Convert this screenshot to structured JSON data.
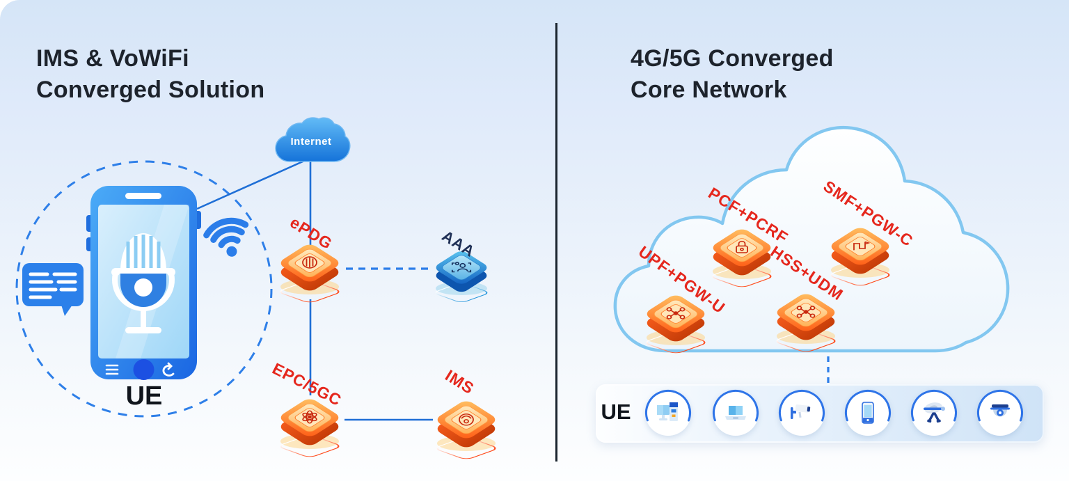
{
  "left_panel": {
    "title_line1": "IMS & VoWiFi",
    "title_line2": "Converged Solution",
    "internet_label": "Internet",
    "ue_label": "UE",
    "nodes": [
      {
        "id": "epdg",
        "label": "ePDG",
        "icon": "firewall-icon"
      },
      {
        "id": "aaa",
        "label": "AAA",
        "icon": "user-icon"
      },
      {
        "id": "epc-5gc",
        "label": "EPC/5GC",
        "icon": "atom-icon"
      },
      {
        "id": "ims",
        "label": "IMS",
        "icon": "handset-icon"
      }
    ],
    "connections": [
      "phone-internet",
      "internet-epdg",
      "epdg-aaa-dashed",
      "epdg-epc/5gc",
      "epc/5gc-ims"
    ]
  },
  "right_panel": {
    "title_line1": "4G/5G Converged",
    "title_line2": "Core Network",
    "ue_label": "UE",
    "cloud_nodes": [
      {
        "id": "pcf-pcrf",
        "label": "PCF+PCRF",
        "icon": "lock-icon"
      },
      {
        "id": "smf-pgw-c",
        "label": "SMF+PGW-C",
        "icon": "route-icon"
      },
      {
        "id": "upf-pgw-u",
        "label": "UPF+PGW-U",
        "icon": "drone-icon"
      },
      {
        "id": "hss-udm",
        "label": "HSS+UDM",
        "icon": "drone-icon"
      }
    ],
    "device_icons": [
      "desktop-computer",
      "laptop",
      "cctv-camera",
      "smartphone",
      "satellite-antenna",
      "dome-camera"
    ]
  },
  "colors": {
    "line_blue": "#1f6fd6",
    "dashed_blue": "#2b7de9",
    "node_orange": "#ff6a1c",
    "node_blue": "#1e7fd0",
    "label_red": "#e5271d",
    "label_navy": "#1e2f55",
    "cloud_stroke": "#82c7f0",
    "internet_cloud_blue": "#1a78dd",
    "divider": "#1a242e"
  }
}
